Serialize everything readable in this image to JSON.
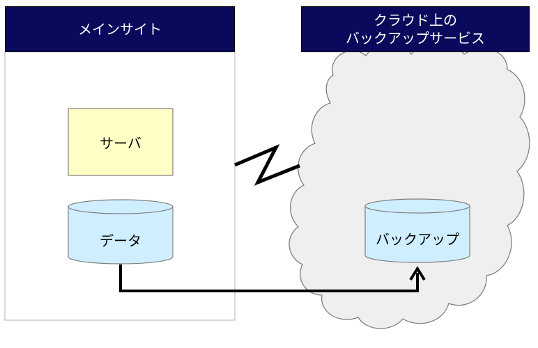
{
  "main_site": {
    "title": "メインサイト",
    "server_label": "サーバ",
    "data_label": "データ"
  },
  "cloud": {
    "title_line1": "クラウド上の",
    "title_line2": "バックアップサービス",
    "backup_label": "バックアップ"
  },
  "colors": {
    "header_bg": "#0a0a5c",
    "header_text": "#ffffff",
    "server_fill": "#ffffc6",
    "cylinder_fill": "#cfeeff",
    "cloud_fill": "#efefef",
    "line": "#000000"
  }
}
